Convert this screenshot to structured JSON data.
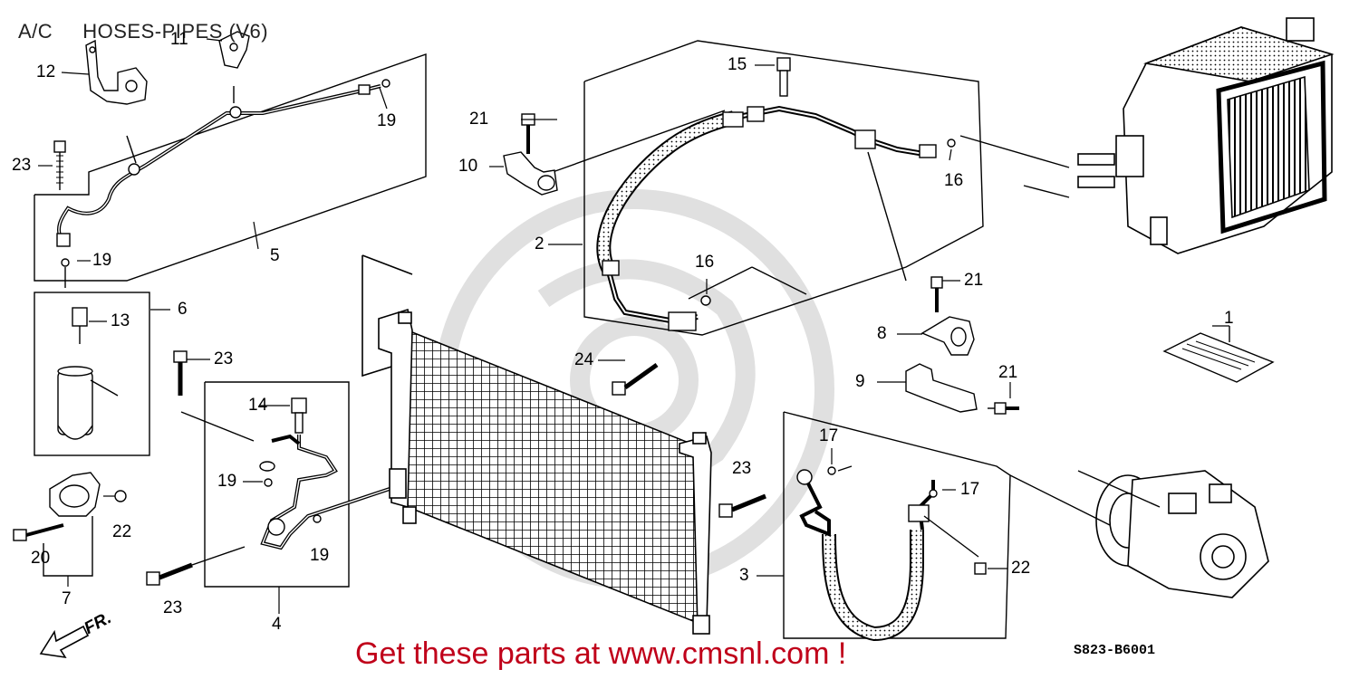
{
  "header": {
    "category": "A/C",
    "title": "HOSES-PIPES (V6)"
  },
  "diagram_code": "S823-B6001",
  "banner": "Get these parts at www.cmsnl.com !",
  "direction_label": "FR.",
  "callouts": [
    "1",
    "2",
    "3",
    "4",
    "5",
    "6",
    "7",
    "8",
    "9",
    "10",
    "11",
    "12",
    "13",
    "14",
    "15",
    "16",
    "16",
    "17",
    "17",
    "19",
    "19",
    "19",
    "19",
    "20",
    "21",
    "21",
    "21",
    "22",
    "22",
    "23",
    "23",
    "23",
    "23",
    "24"
  ],
  "icons": [
    "forward-arrow-icon",
    "watermark-logo"
  ]
}
